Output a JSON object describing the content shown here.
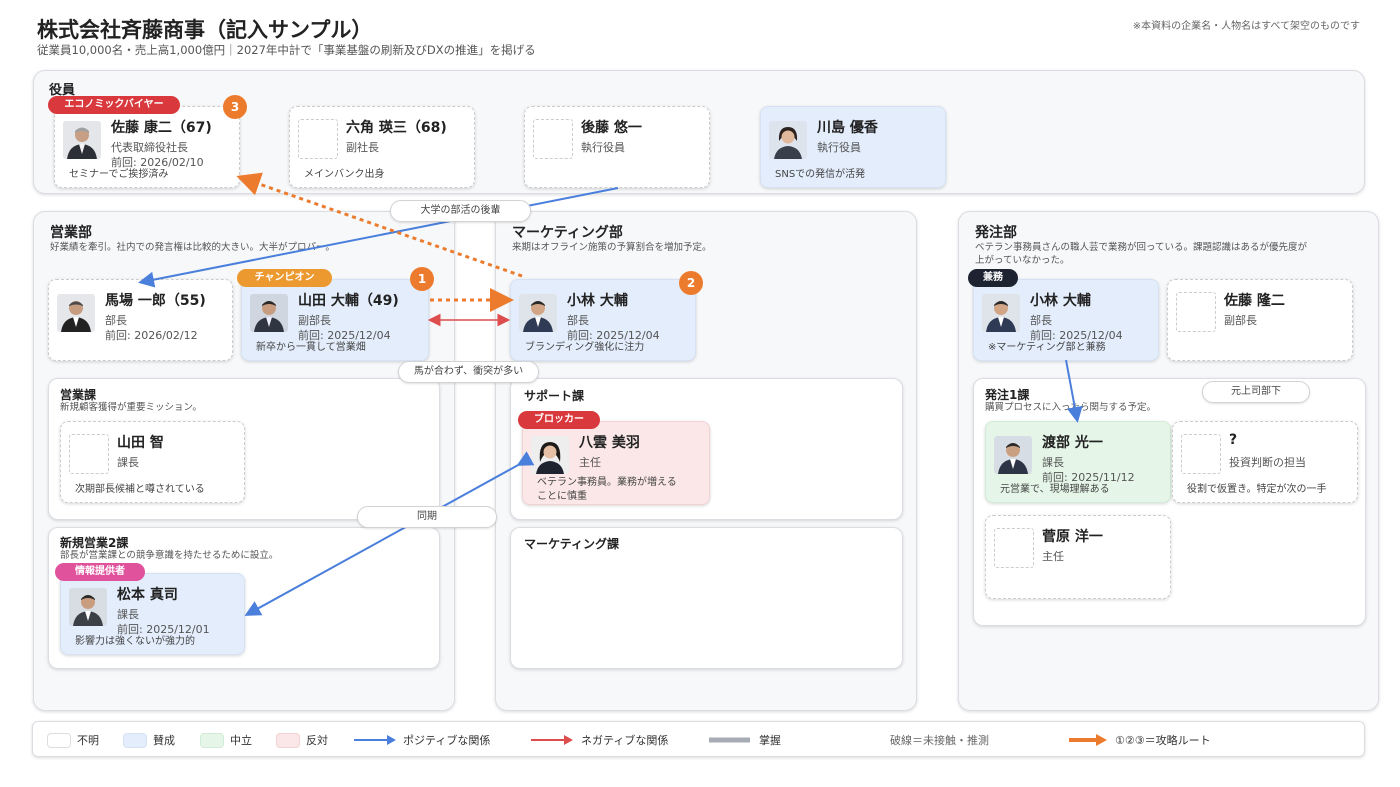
{
  "header": {
    "title": "株式会社斉藤商事（記入サンプル）",
    "subtitle": "従業員10,000名・売上高1,000億円｜2027年中計で「事業基盤の刷新及びDXの推進」を掲げる",
    "disclaimer": "※本資料の企業名・人物名はすべて架空のものです"
  },
  "colors": {
    "unknown": "#ffffff",
    "agree": "#e3edfb",
    "neutral": "#e5f6e8",
    "oppose": "#fbe7e8",
    "positive": "#4a7fdc",
    "negative": "#de4d4d",
    "route": "#ec7b2d"
  },
  "executives": {
    "title": "役員",
    "cards": [
      {
        "tag": "エコノミックバイヤー",
        "num": "3",
        "name": "佐藤 康二（67)",
        "role": "代表取締役社長",
        "last": "前回: 2026/02/10",
        "note": "セミナーでご挨拶済み"
      },
      {
        "name": "六角 瑛三（68)",
        "role": "副社長",
        "note": "メインバンク出身"
      },
      {
        "name": "後藤 悠一",
        "role": "執行役員"
      },
      {
        "name": "川島 優香",
        "role": "執行役員",
        "note": "SNSでの発信が活発"
      }
    ]
  },
  "sales": {
    "title": "営業部",
    "desc": "好業績を牽引。社内での発言権は比較的大きい。大半がプロパー。",
    "cards": [
      {
        "name": "馬場 一郎（55)",
        "role": "部長",
        "last": "前回: 2026/02/12"
      },
      {
        "tag": "チャンピオン",
        "num": "1",
        "name": "山田 大輔（49)",
        "role": "副部長",
        "last": "前回: 2025/12/04",
        "note": "新卒から一貫して営業畑"
      }
    ],
    "sec1": {
      "title": "営業課",
      "desc": "新規顧客獲得が重要ミッション。",
      "card": {
        "name": "山田 智",
        "role": "課長",
        "note": "次期部長候補と噂されている"
      }
    },
    "sec2": {
      "title": "新規営業2課",
      "desc": "部長が営業課との競争意識を持たせるために設立。",
      "card": {
        "tag": "情報提供者",
        "name": "松本 真司",
        "role": "課長",
        "last": "前回: 2025/12/01",
        "note": "影響力は強くないが強力的"
      }
    }
  },
  "marketing": {
    "title": "マーケティング部",
    "desc": "来期はオフライン施策の予算割合を増加予定。",
    "card": {
      "num": "2",
      "name": "小林 大輔",
      "role": "部長",
      "last": "前回: 2025/12/04",
      "note": "ブランディング強化に注力"
    },
    "sec1": {
      "title": "サポート課",
      "card": {
        "tag": "ブロッカー",
        "name": "八雲 美羽",
        "role": "主任",
        "note1": "ベテラン事務員。業務が増える",
        "note2": "ことに慎重"
      }
    },
    "sec2": {
      "title": "マーケティング課"
    }
  },
  "ordering": {
    "title": "発注部",
    "desc1": "ベテラン事務員さんの職人芸で業務が回っている。課題認識はあるが優先度が",
    "desc2": "上がっていなかった。",
    "cards": [
      {
        "tag": "兼務",
        "name": "小林 大輔",
        "role": "部長",
        "last": "前回: 2025/12/04",
        "note": "※マーケティング部と兼務"
      },
      {
        "name": "佐藤 隆二",
        "role": "副部長"
      }
    ],
    "sec1": {
      "title": "発注1課",
      "desc": "購買プロセスに入ったら関与する予定。",
      "cards": [
        {
          "name": "渡部 光一",
          "role": "課長",
          "last": "前回: 2025/11/12",
          "note": "元営業で、現場理解ある"
        },
        {
          "name": "?",
          "role": "投資判断の担当",
          "note": "役割で仮置き。特定が次の一手"
        },
        {
          "name": "菅原 洋一",
          "role": "主任"
        }
      ]
    }
  },
  "relations": {
    "label1": "大学の部活の後輩",
    "label2": "馬が合わず、衝突が多い",
    "label3": "同期",
    "label4": "元上司部下"
  },
  "legend": {
    "unknown": "不明",
    "agree": "賛成",
    "neutral": "中立",
    "oppose": "反対",
    "positive": "ポジティブな関係",
    "negative": "ネガティブな関係",
    "grasp": "掌握",
    "dashed": "破線＝未接触・推測",
    "route": "①②③＝攻略ルート"
  }
}
